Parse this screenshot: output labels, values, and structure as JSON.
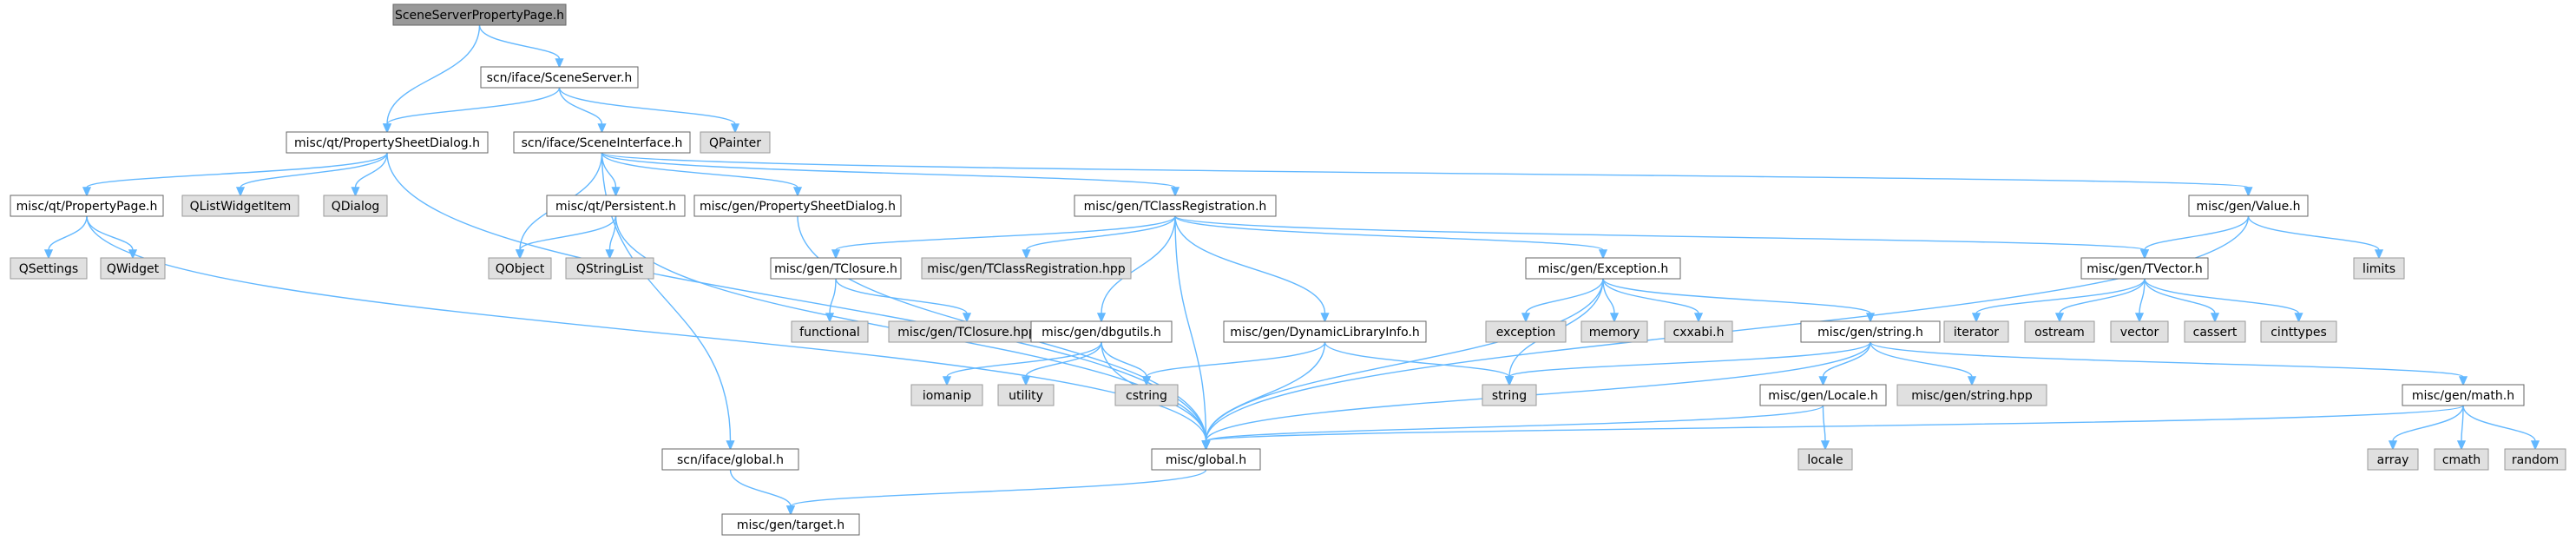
{
  "colors": {
    "edge": "#63b8ff",
    "node_border": "#666666",
    "node_fill": "#ffffff",
    "root_fill": "#999999",
    "external_fill": "#e0e0e0",
    "external_border": "#999999"
  },
  "nodes": {
    "root": {
      "label": "SceneServerPropertyPage.h",
      "kind": "root"
    },
    "sceneserver": {
      "label": "scn/iface/SceneServer.h",
      "kind": "file"
    },
    "propsheetdialog": {
      "label": "misc/qt/PropertySheetDialog.h",
      "kind": "file"
    },
    "qpainter": {
      "label": "QPainter",
      "kind": "external"
    },
    "sceneinterface": {
      "label": "scn/iface/SceneInterface.h",
      "kind": "file"
    },
    "qlistwidgetitem": {
      "label": "QListWidgetItem",
      "kind": "external"
    },
    "qdialog": {
      "label": "QDialog",
      "kind": "external"
    },
    "propertypage": {
      "label": "misc/qt/PropertyPage.h",
      "kind": "file"
    },
    "persistent": {
      "label": "misc/qt/Persistent.h",
      "kind": "file"
    },
    "genpropsheetdialog": {
      "label": "misc/gen/PropertySheetDialog.h",
      "kind": "file"
    },
    "tclassreg": {
      "label": "misc/gen/TClassRegistration.h",
      "kind": "file"
    },
    "value": {
      "label": "misc/gen/Value.h",
      "kind": "file"
    },
    "qsettings": {
      "label": "QSettings",
      "kind": "external"
    },
    "qwidget": {
      "label": "QWidget",
      "kind": "external"
    },
    "qobject": {
      "label": "QObject",
      "kind": "external"
    },
    "qstringlist": {
      "label": "QStringList",
      "kind": "external"
    },
    "tclosure": {
      "label": "misc/gen/TClosure.h",
      "kind": "file"
    },
    "tclassreghpp": {
      "label": "misc/gen/TClassRegistration.hpp",
      "kind": "external"
    },
    "exception": {
      "label": "misc/gen/Exception.h",
      "kind": "file"
    },
    "tvector": {
      "label": "misc/gen/TVector.h",
      "kind": "file"
    },
    "limits": {
      "label": "limits",
      "kind": "external"
    },
    "functional": {
      "label": "functional",
      "kind": "external"
    },
    "tclosurehpp": {
      "label": "misc/gen/TClosure.hpp",
      "kind": "external"
    },
    "dbgutils": {
      "label": "misc/gen/dbgutils.h",
      "kind": "file"
    },
    "dynlib": {
      "label": "misc/gen/DynamicLibraryInfo.h",
      "kind": "file"
    },
    "exceptionstd": {
      "label": "exception",
      "kind": "external"
    },
    "memory": {
      "label": "memory",
      "kind": "external"
    },
    "cxxabi": {
      "label": "cxxabi.h",
      "kind": "external"
    },
    "stringh": {
      "label": "misc/gen/string.h",
      "kind": "file"
    },
    "iterator": {
      "label": "iterator",
      "kind": "external"
    },
    "ostream": {
      "label": "ostream",
      "kind": "external"
    },
    "vector": {
      "label": "vector",
      "kind": "external"
    },
    "cassert": {
      "label": "cassert",
      "kind": "external"
    },
    "cinttypes": {
      "label": "cinttypes",
      "kind": "external"
    },
    "iomanip": {
      "label": "iomanip",
      "kind": "external"
    },
    "utility": {
      "label": "utility",
      "kind": "external"
    },
    "cstring": {
      "label": "cstring",
      "kind": "external"
    },
    "string": {
      "label": "string",
      "kind": "external"
    },
    "locale_h": {
      "label": "misc/gen/Locale.h",
      "kind": "file"
    },
    "stringhpp": {
      "label": "misc/gen/string.hpp",
      "kind": "external"
    },
    "math": {
      "label": "misc/gen/math.h",
      "kind": "file"
    },
    "ifaceglobal": {
      "label": "scn/iface/global.h",
      "kind": "file"
    },
    "miscglobal": {
      "label": "misc/global.h",
      "kind": "file"
    },
    "locale": {
      "label": "locale",
      "kind": "external"
    },
    "array": {
      "label": "array",
      "kind": "external"
    },
    "cmath": {
      "label": "cmath",
      "kind": "external"
    },
    "random": {
      "label": "random",
      "kind": "external"
    },
    "target": {
      "label": "misc/gen/target.h",
      "kind": "file"
    }
  },
  "edges": [
    [
      "root",
      "sceneserver"
    ],
    [
      "root",
      "propsheetdialog"
    ],
    [
      "sceneserver",
      "propsheetdialog"
    ],
    [
      "sceneserver",
      "sceneinterface"
    ],
    [
      "sceneserver",
      "qpainter"
    ],
    [
      "propsheetdialog",
      "propertypage"
    ],
    [
      "propsheetdialog",
      "qlistwidgetitem"
    ],
    [
      "propsheetdialog",
      "qdialog"
    ],
    [
      "propsheetdialog",
      "miscglobal"
    ],
    [
      "propertypage",
      "qsettings"
    ],
    [
      "propertypage",
      "qwidget"
    ],
    [
      "propertypage",
      "miscglobal"
    ],
    [
      "sceneinterface",
      "persistent"
    ],
    [
      "sceneinterface",
      "genpropsheetdialog"
    ],
    [
      "sceneinterface",
      "tclassreg"
    ],
    [
      "sceneinterface",
      "value"
    ],
    [
      "sceneinterface",
      "qobject"
    ],
    [
      "sceneinterface",
      "ifaceglobal"
    ],
    [
      "persistent",
      "qobject"
    ],
    [
      "persistent",
      "qstringlist"
    ],
    [
      "persistent",
      "miscglobal"
    ],
    [
      "genpropsheetdialog",
      "miscglobal"
    ],
    [
      "tclassreg",
      "tclosure"
    ],
    [
      "tclassreg",
      "tclassreghpp"
    ],
    [
      "tclassreg",
      "exception"
    ],
    [
      "tclassreg",
      "tvector"
    ],
    [
      "tclassreg",
      "dbgutils"
    ],
    [
      "tclassreg",
      "dynlib"
    ],
    [
      "tclassreg",
      "miscglobal"
    ],
    [
      "value",
      "tvector"
    ],
    [
      "value",
      "limits"
    ],
    [
      "value",
      "miscglobal"
    ],
    [
      "tclosure",
      "functional"
    ],
    [
      "tclosure",
      "tclosurehpp"
    ],
    [
      "exception",
      "exceptionstd"
    ],
    [
      "exception",
      "memory"
    ],
    [
      "exception",
      "cxxabi"
    ],
    [
      "exception",
      "stringh"
    ],
    [
      "exception",
      "string"
    ],
    [
      "exception",
      "miscglobal"
    ],
    [
      "tvector",
      "iterator"
    ],
    [
      "tvector",
      "ostream"
    ],
    [
      "tvector",
      "vector"
    ],
    [
      "tvector",
      "cassert"
    ],
    [
      "tvector",
      "cinttypes"
    ],
    [
      "dbgutils",
      "iomanip"
    ],
    [
      "dbgutils",
      "utility"
    ],
    [
      "dbgutils",
      "cstring"
    ],
    [
      "dbgutils",
      "miscglobal"
    ],
    [
      "dynlib",
      "cstring"
    ],
    [
      "dynlib",
      "string"
    ],
    [
      "dynlib",
      "miscglobal"
    ],
    [
      "stringh",
      "string"
    ],
    [
      "stringh",
      "locale_h"
    ],
    [
      "stringh",
      "stringhpp"
    ],
    [
      "stringh",
      "math"
    ],
    [
      "stringh",
      "miscglobal"
    ],
    [
      "locale_h",
      "locale"
    ],
    [
      "locale_h",
      "miscglobal"
    ],
    [
      "math",
      "array"
    ],
    [
      "math",
      "cmath"
    ],
    [
      "math",
      "random"
    ],
    [
      "math",
      "miscglobal"
    ],
    [
      "ifaceglobal",
      "target"
    ],
    [
      "miscglobal",
      "target"
    ]
  ]
}
